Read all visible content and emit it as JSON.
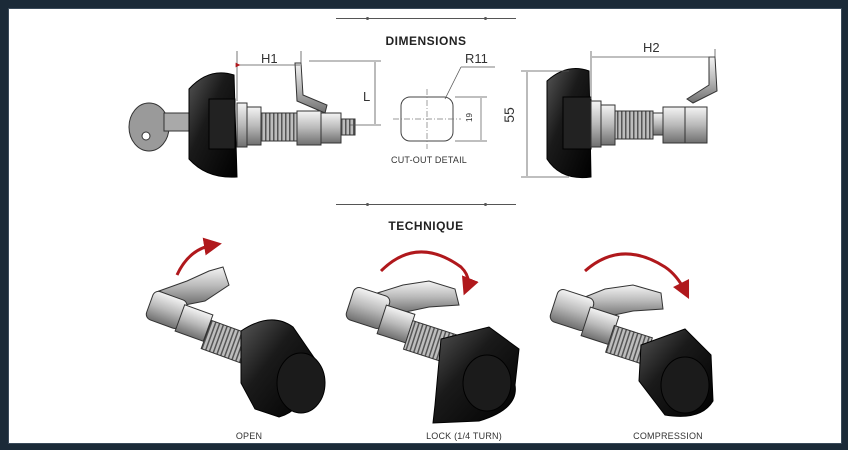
{
  "sections": {
    "dimensions_title": "DIMENSIONS",
    "technique_title": "TECHNIQUE"
  },
  "dimensions": {
    "h1": "H1",
    "h2": "H2",
    "l": "L",
    "r11": "R11",
    "nineteen": "19",
    "fifty_five": "55",
    "cutout_caption": "CUT-OUT DETAIL"
  },
  "technique": {
    "open": "OPEN",
    "lock": "LOCK (1/4 TURN)",
    "compression": "COMPRESSION"
  },
  "colors": {
    "background": "#1b2a38",
    "panel": "#ffffff",
    "arrow": "#b0181c",
    "rubber": "#1a1a1a",
    "metal": "#c8c8c8"
  }
}
